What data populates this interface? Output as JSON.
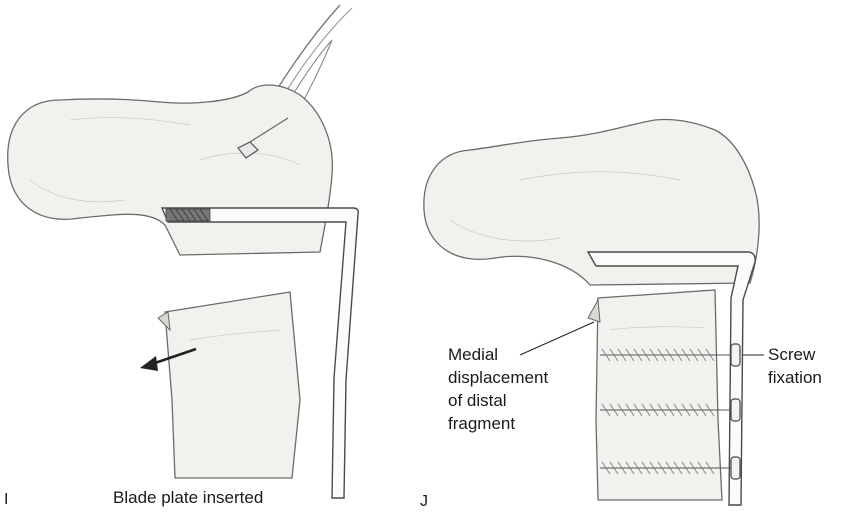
{
  "panels": {
    "left": {
      "letter": "I",
      "caption": "Blade plate inserted"
    },
    "right": {
      "letter": "J",
      "callouts": {
        "medial": [
          "Medial",
          "displacement",
          "of distal",
          "fragment"
        ],
        "screw": [
          "Screw",
          "fixation"
        ]
      }
    }
  },
  "colors": {
    "bone_fill": "#f1f1ee",
    "outline": "#6b6b6b",
    "plate_outline": "#4a4a4a",
    "text": "#1a1a1a"
  }
}
